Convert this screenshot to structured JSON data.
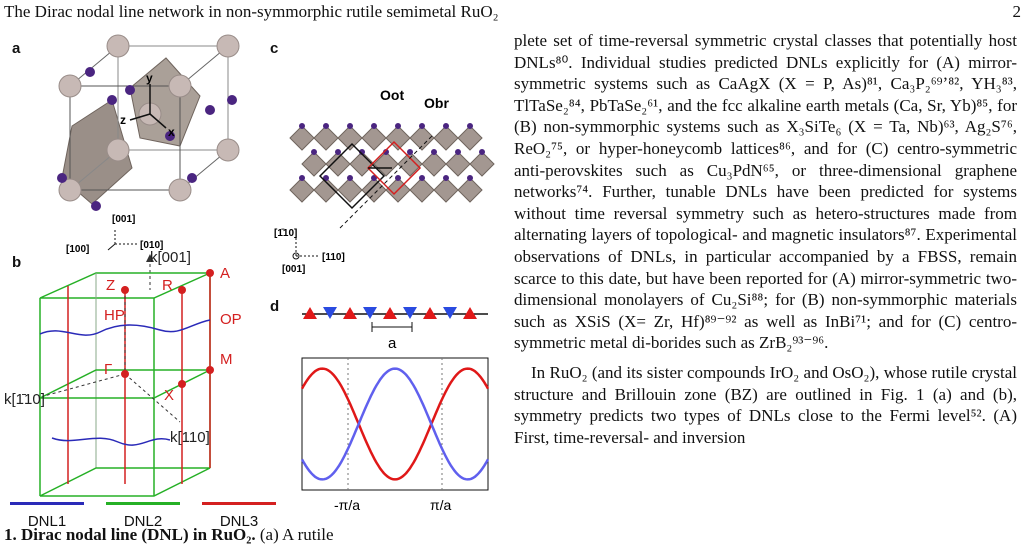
{
  "header": {
    "title": "The Dirac nodal line network in non-symmorphic rutile semimetal RuO₂",
    "page_number": "2"
  },
  "figure": {
    "panel_labels": [
      "a",
      "b",
      "c",
      "d"
    ],
    "panel_a": {
      "axes": [
        "y",
        "z",
        "x"
      ],
      "directions": [
        "[001]",
        "[100]",
        "[010]"
      ]
    },
    "panel_b": {
      "axes": [
        "k[001]",
        "k[1̄10]",
        "k[110]"
      ],
      "points": [
        "Z",
        "R",
        "A",
        "HP",
        "OP",
        "Γ",
        "M",
        "X"
      ]
    },
    "panel_c": {
      "labels": [
        "Oot",
        "Obr"
      ],
      "directions": [
        "[1̄10]",
        "[110]",
        "[001]"
      ]
    },
    "panel_d": {
      "spacing_label": "a",
      "tick_labels": [
        "-π/a",
        "π/a"
      ]
    },
    "legend": [
      {
        "label": "DNL1",
        "color": "#2a2ab8"
      },
      {
        "label": "DNL2",
        "color": "#26b026"
      },
      {
        "label": "DNL3",
        "color": "#d42020"
      }
    ],
    "caption_start": {
      "bold": "1. Dirac nodal line (DNL) in RuO₂.",
      "rest": " (a) A rutile"
    }
  },
  "text": {
    "p1": "plete set of time-reversal symmetric crystal classes that potentially host DNLs⁸⁰. Individual studies predicted DNLs explicitly for (A) mirror-symmetric systems such as CaAgX (X = P, As)⁸¹, Ca₃P₂⁶⁹ʼ⁸², YH₃⁸³, TlTaSe₂⁸⁴, PbTaSe₂⁶¹, and the fcc alkaline earth metals (Ca, Sr, Yb)⁸⁵, for (B) non-symmorphic systems such as X₃SiTe₆ (X = Ta, Nb)⁶³, Ag₂S⁷⁶, ReO₂⁷⁵, or hyper-honeycomb lattices⁸⁶, and for (C) centro-symmetric anti-perovskites such as Cu₃PdN⁶⁵, or three-dimensional graphene networks⁷⁴. Further, tunable DNLs have been predicted for systems without time reversal symmetry such as hetero-structures made from alternating layers of topological- and magnetic insulators⁸⁷. Experimental observations of DNLs, in particular accompanied by a FBSS, remain scarce to this date, but have been reported for (A) mirror-symmetric two-dimensional monolayers of Cu₂Si⁸⁸; for (B) non-symmorphic materials such as XSiS (X= Zr, Hf)⁸⁹⁻⁹² as well as InBi⁷¹; and for (C) centro-symmetric metal di-borides such as ZrB₂⁹³⁻⁹⁶.",
    "p2": "In RuO₂ (and its sister compounds IrO₂ and OsO₂), whose rutile crystal structure and Brillouin zone (BZ) are outlined in Fig. 1 (a) and (b), symmetry predicts two types of DNLs close to the Fermi level⁵². (A) First, time-reversal- and inversion"
  }
}
